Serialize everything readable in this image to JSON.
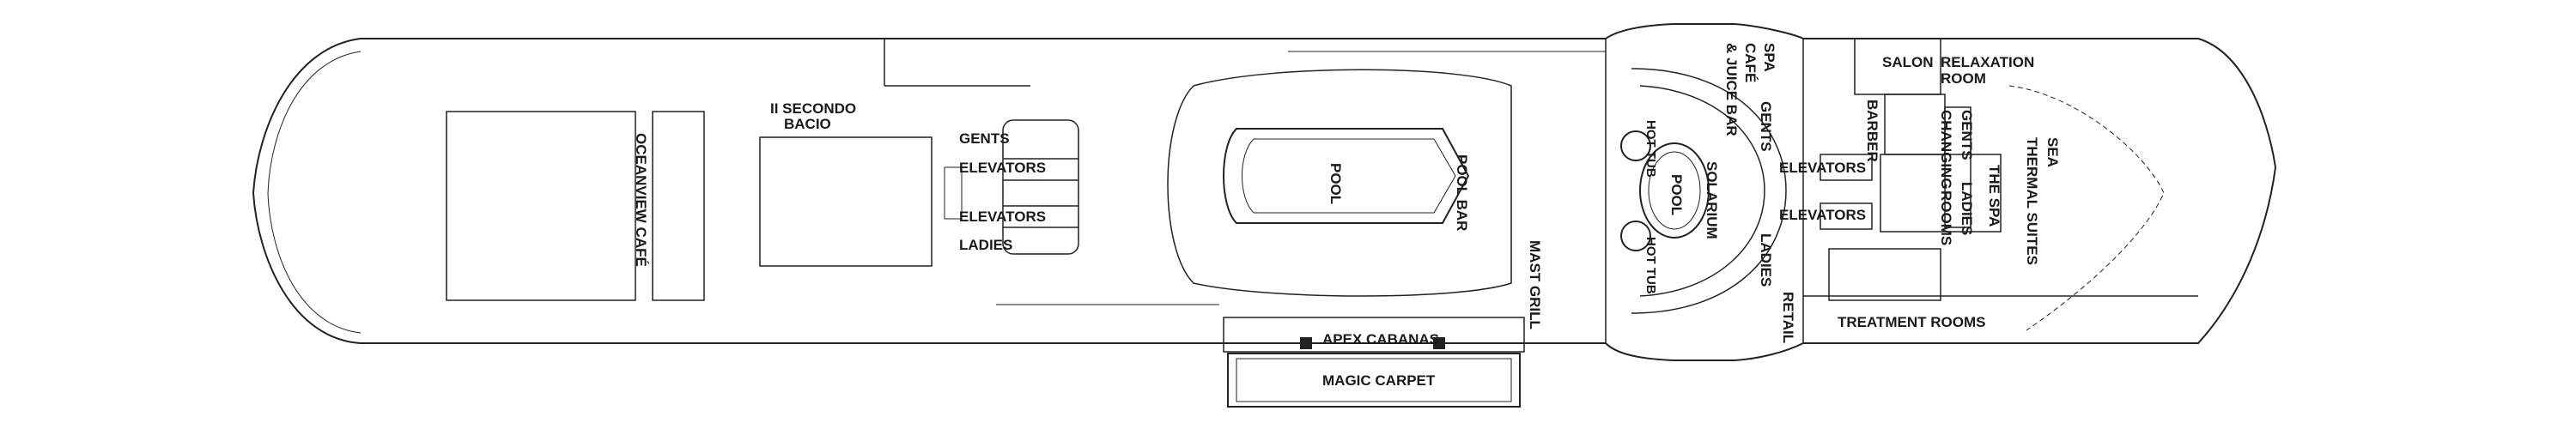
{
  "deck_plan": {
    "colors": {
      "line": "#222222",
      "background": "#ffffff"
    },
    "labels": {
      "oceanview_cafe": "OCEANVIEW CAFÉ",
      "il_secondo_bacio_1": "II SECONDO",
      "il_secondo_bacio_2": "BACIO",
      "gents_fwd": "GENTS",
      "elevators_fwd_1": "ELEVATORS",
      "elevators_fwd_2": "ELEVATORS",
      "ladies_fwd": "LADIES",
      "pool_main": "POOL",
      "pool_bar": "POOL BAR",
      "mast_grill": "MAST GRILL",
      "apex_cabanas": "APEX CABANAS",
      "magic_carpet": "MAGIC CARPET",
      "hot_tub_1": "HOT TUB",
      "pool_solarium": "POOL",
      "hot_tub_2": "HOT TUB",
      "solarium": "SOLARIUM",
      "spa_cafe_1": "SPA",
      "spa_cafe_2": "CAFÉ",
      "spa_cafe_3": "& JUICE BAR",
      "gents_aft": "GENTS",
      "elevators_aft_1": "ELEVATORS",
      "elevators_aft_2": "ELEVATORS",
      "ladies_aft": "LADIES",
      "retail": "RETAIL",
      "salon": "SALON",
      "relaxation_room_1": "RELAXATION",
      "relaxation_room_2": "ROOM",
      "barber": "BARBER",
      "changing_gents": "GENTS",
      "changing_ladies": "LADIES",
      "changing_rooms_1": "CHANGING",
      "changing_rooms_2": "ROOMS",
      "the_spa": "THE SPA",
      "sea_thermal_1": "SEA",
      "sea_thermal_2": "THERMAL SUITES",
      "treatment_rooms": "TREATMENT ROOMS"
    }
  }
}
